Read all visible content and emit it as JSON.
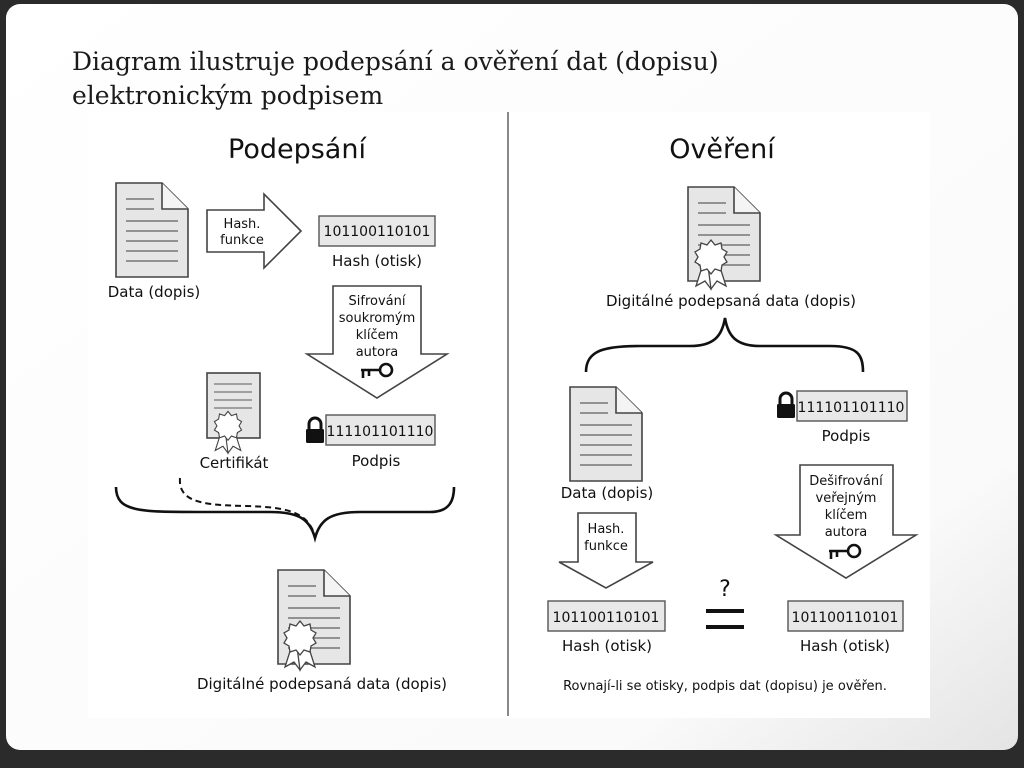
{
  "slide": {
    "title_line1": "Diagram ilustruje podepsání a ověření dat (dopisu)",
    "title_line2": "elektronickým podpisem"
  },
  "sign": {
    "heading": "Podepsání",
    "data_label": "Data (dopis)",
    "hash_arrow_line1": "Hash.",
    "hash_arrow_line2": "funkce",
    "hash_value": "101100110101",
    "hash_label": "Hash (otisk)",
    "encrypt_line1": "Sifrování",
    "encrypt_line2": "soukromým",
    "encrypt_line3": "klíčem",
    "encrypt_line4": "autora",
    "certificate_label": "Certifikát",
    "signature_value": "111101101110",
    "signature_label": "Podpis",
    "signed_data_label": "Digitálné podepsaná data (dopis)"
  },
  "verify": {
    "heading": "Ověření",
    "signed_data_label": "Digitálné podepsaná data (dopis)",
    "data_label": "Data (dopis)",
    "signature_value": "111101101110",
    "signature_label": "Podpis",
    "hash_arrow_line1": "Hash.",
    "hash_arrow_line2": "funkce",
    "decrypt_line1": "Dešifrování",
    "decrypt_line2": "veřejným",
    "decrypt_line3": "klíčem",
    "decrypt_line4": "autora",
    "hash_value_left": "101100110101",
    "hash_label_left": "Hash (otisk)",
    "hash_value_right": "101100110101",
    "hash_label_right": "Hash (otisk)",
    "compare_symbol": "?",
    "conclusion": "Rovnají-li se otisky, podpis dat (dopisu) je ověřen."
  },
  "colors": {
    "slide_bg": "#ffffff",
    "frame": "#2b2b2b",
    "doc_fill": "#e6e6e6",
    "stroke": "#444444",
    "value_box_fill": "#e8e8e8"
  }
}
